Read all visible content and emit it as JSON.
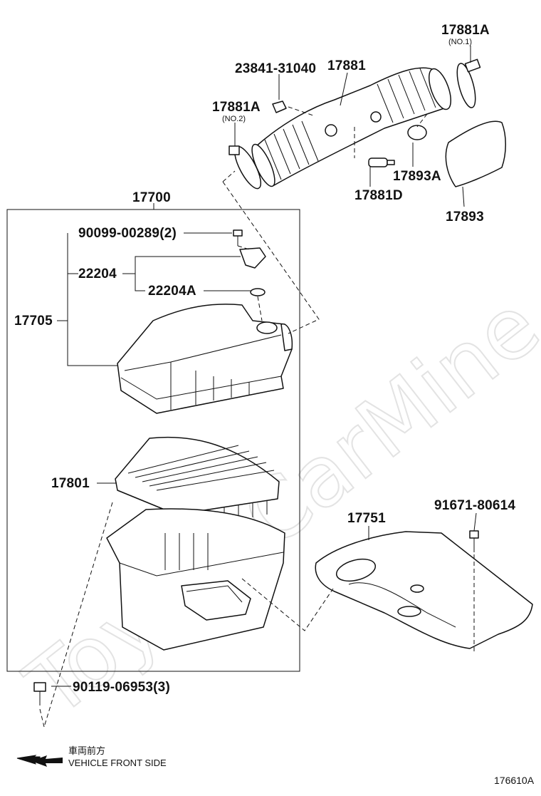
{
  "watermark": "ToyotaCarMine.ru",
  "diagram_code": "176610A",
  "direction_note": {
    "jp": "車両前方",
    "en": "VEHICLE FRONT SIDE"
  },
  "labels": {
    "p17881A_1": "17881A",
    "p17881A_1_note": "(NO.1)",
    "p23841": "23841-31040",
    "p17881": "17881",
    "p17881A_2": "17881A",
    "p17881A_2_note": "(NO.2)",
    "p17893A": "17893A",
    "p17881D": "17881D",
    "p17893": "17893",
    "p17700": "17700",
    "p90099": "90099-00289(2)",
    "p22204": "22204",
    "p22204A": "22204A",
    "p17705": "17705",
    "p17801": "17801",
    "p17751": "17751",
    "p91671": "91671-80614",
    "p90119": "90119-06953(3)"
  }
}
